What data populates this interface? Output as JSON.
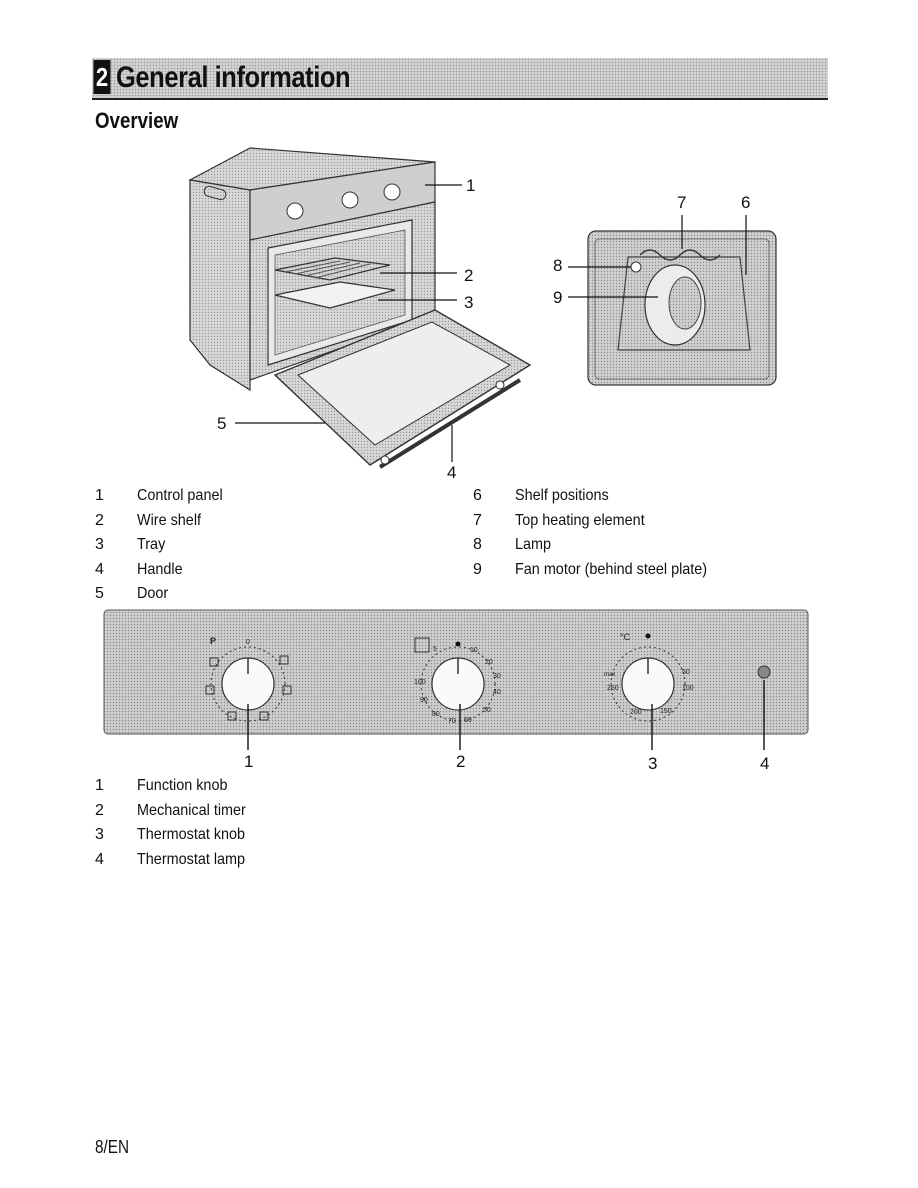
{
  "header": {
    "section_number": "2",
    "title": "General information"
  },
  "overview": {
    "heading": "Overview"
  },
  "oven_callouts": [
    "1",
    "2",
    "3",
    "4",
    "5"
  ],
  "cavity_callouts": [
    "7",
    "6",
    "8",
    "9"
  ],
  "overview_legend_left": [
    {
      "num": "1",
      "label": "Control panel"
    },
    {
      "num": "2",
      "label": "Wire shelf"
    },
    {
      "num": "3",
      "label": "Tray"
    },
    {
      "num": "4",
      "label": "Handle"
    },
    {
      "num": "5",
      "label": "Door"
    }
  ],
  "overview_legend_right": [
    {
      "num": "6",
      "label": "Shelf positions"
    },
    {
      "num": "7",
      "label": "Top heating element"
    },
    {
      "num": "8",
      "label": "Lamp"
    },
    {
      "num": "9",
      "label": "Fan motor (behind steel plate)"
    }
  ],
  "panel": {
    "function_marks": [
      "P",
      "0"
    ],
    "timer_marks": [
      "5",
      "10",
      "20",
      "30",
      "40",
      "50",
      "60",
      "70",
      "80",
      "90",
      "100"
    ],
    "thermostat_marks": [
      "°C",
      "50",
      "100",
      "150",
      "200",
      "250",
      "max"
    ],
    "callouts": [
      "1",
      "2",
      "3",
      "4"
    ]
  },
  "panel_legend": [
    {
      "num": "1",
      "label": "Function knob"
    },
    {
      "num": "2",
      "label": "Mechanical timer"
    },
    {
      "num": "3",
      "label": "Thermostat knob"
    },
    {
      "num": "4",
      "label": "Thermostat lamp"
    }
  ],
  "footer": {
    "page": "8/EN"
  },
  "colors": {
    "panel_gray": "#cfcfcf",
    "rule": "#222222"
  }
}
